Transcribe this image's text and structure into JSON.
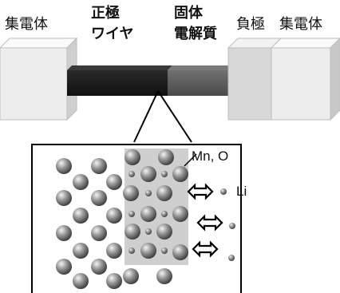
{
  "labels": {
    "current_collector_left": "集電体",
    "cathode_wire": [
      "正極",
      "ワイヤ"
    ],
    "solid_electrolyte": [
      "固体",
      "電解質"
    ],
    "anode": "負極",
    "current_collector_right": "集電体"
  },
  "inset": {
    "mn_o_label": "Mn, O",
    "li_label": "Li"
  },
  "colors": {
    "collector": "#f0f0f0",
    "cathode": "#1c1c1c",
    "electrolyte": "#5a5a5a",
    "anode": "#dcdcdc",
    "highlight": "#cccccc",
    "sphere": "#7a7a7a"
  }
}
